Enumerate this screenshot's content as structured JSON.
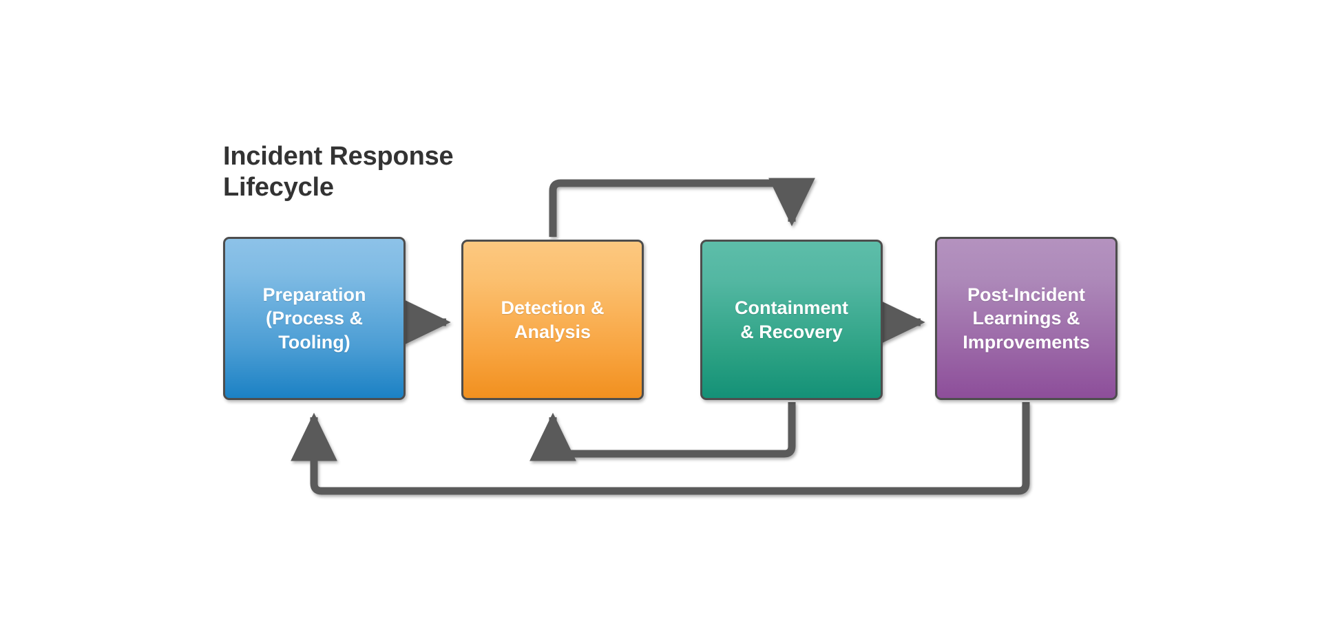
{
  "title": "Incident Response\nLifecycle",
  "colors": {
    "connector": "#5a5a5a",
    "node_border": "#4d4d4d",
    "title_text": "#333333",
    "node_text": "#ffffff",
    "background": "#ffffff",
    "preparation_top": "#8dc2e8",
    "preparation_bottom": "#1b81c4",
    "detection_top": "#fcc880",
    "detection_bottom": "#f1901f",
    "containment_top": "#5dbda9",
    "containment_bottom": "#149177",
    "post_incident_top": "#b492bf",
    "post_incident_bottom": "#8d4e9a"
  },
  "nodes": [
    {
      "id": "preparation",
      "label": "Preparation\n(Process &\nTooling)"
    },
    {
      "id": "detection",
      "label": "Detection &\nAnalysis"
    },
    {
      "id": "containment",
      "label": "Containment\n& Recovery"
    },
    {
      "id": "post_incident",
      "label": "Post-Incident\nLearnings &\nImprovements"
    }
  ],
  "connectors": [
    {
      "id": "prep-to-detect",
      "from": "preparation",
      "to": "detection",
      "style": "straight-right"
    },
    {
      "id": "contain-to-post",
      "from": "containment",
      "to": "post_incident",
      "style": "straight-right"
    },
    {
      "id": "detect-to-contain-top",
      "from": "detection",
      "to": "containment",
      "style": "loop-over-top"
    },
    {
      "id": "contain-to-detect-bottom",
      "from": "containment",
      "to": "detection",
      "style": "loop-under-bottom"
    },
    {
      "id": "post-to-prep-outer",
      "from": "post_incident",
      "to": "preparation",
      "style": "loop-under-outer"
    }
  ]
}
